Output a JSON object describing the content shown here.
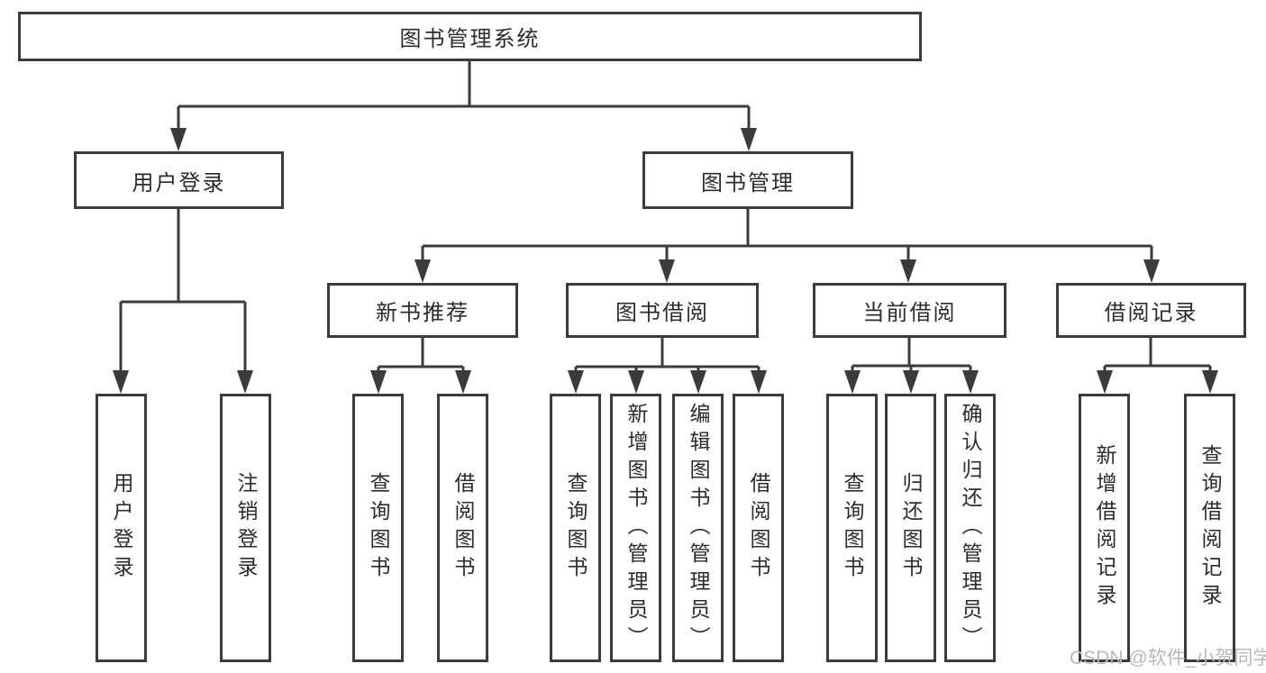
{
  "diagram": {
    "type": "tree",
    "colors": {
      "line": "#3b3b3b",
      "text": "#2c2c2c",
      "watermark": "#b8b8b8",
      "background": "#ffffff"
    },
    "tree": {
      "root": {
        "label": "图书管理系统",
        "children": [
          {
            "label": "用户登录",
            "children": [
              {
                "label": "用户登录"
              },
              {
                "label": "注销登录"
              }
            ]
          },
          {
            "label": "图书管理",
            "children": [
              {
                "label": "新书推荐",
                "children": [
                  {
                    "label": "查询图书"
                  },
                  {
                    "label": "借阅图书"
                  }
                ]
              },
              {
                "label": "图书借阅",
                "children": [
                  {
                    "label": "查询图书"
                  },
                  {
                    "label": "新增图书（管理员）"
                  },
                  {
                    "label": "编辑图书（管理员）"
                  },
                  {
                    "label": "借阅图书"
                  }
                ]
              },
              {
                "label": "当前借阅",
                "children": [
                  {
                    "label": "查询图书"
                  },
                  {
                    "label": "归还图书"
                  },
                  {
                    "label": "确认归还（管理员）"
                  }
                ]
              },
              {
                "label": "借阅记录",
                "children": [
                  {
                    "label": "新增借阅记录"
                  },
                  {
                    "label": "查询借阅记录"
                  }
                ]
              }
            ]
          }
        ]
      }
    },
    "watermark": {
      "text": "CSDN @软件_小贺同学"
    }
  }
}
